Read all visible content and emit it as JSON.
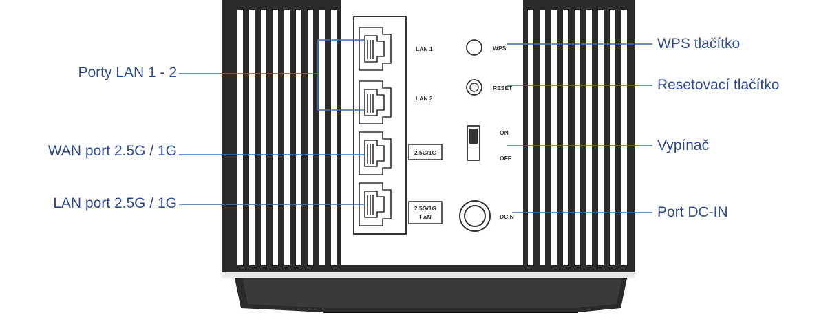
{
  "callouts": {
    "lan_1_2": "Porty LAN 1 - 2",
    "wan_port": "WAN port 2.5G / 1G",
    "lan_port": "LAN port 2.5G / 1G",
    "wps": "WPS tlačítko",
    "reset": "Resetovací tlačítko",
    "power": "Vypínač",
    "dc_in": "Port DC-IN"
  },
  "device_labels": {
    "lan1": "LAN 1",
    "lan2": "LAN 2",
    "wan_badge": "2.5G/1G",
    "lan_badge_top": "2.5G/1G",
    "lan_badge_bottom": "LAN",
    "wps": "WPS",
    "reset": "RESET",
    "on": "ON",
    "off": "OFF",
    "dcin": "DCIN"
  },
  "colors": {
    "callout_text": "#2d4b8e",
    "callout_line": "#3a6fb5",
    "device_body": "#2b2b2b",
    "device_panel": "#ffffff"
  }
}
